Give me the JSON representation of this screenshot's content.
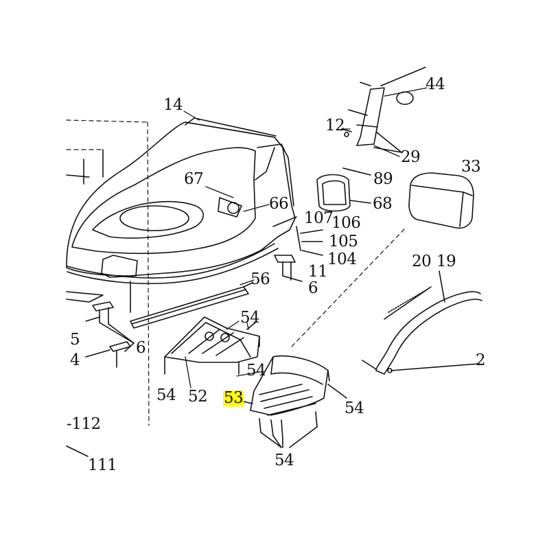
{
  "diagram": {
    "highlight_color": "#ffff00",
    "line_color": "#111111",
    "parts": [
      {
        "id": "p14",
        "text": "14"
      },
      {
        "id": "p44",
        "text": "44"
      },
      {
        "id": "p12",
        "text": "12"
      },
      {
        "id": "p29",
        "text": "29"
      },
      {
        "id": "p33",
        "text": "33"
      },
      {
        "id": "p89",
        "text": "89"
      },
      {
        "id": "p68",
        "text": "68"
      },
      {
        "id": "p67",
        "text": "67"
      },
      {
        "id": "p66",
        "text": "66"
      },
      {
        "id": "p107",
        "text": "107"
      },
      {
        "id": "p106",
        "text": "106"
      },
      {
        "id": "p105",
        "text": "105"
      },
      {
        "id": "p104",
        "text": "104"
      },
      {
        "id": "p11",
        "text": "11"
      },
      {
        "id": "p6a",
        "text": "6"
      },
      {
        "id": "p20",
        "text": "20"
      },
      {
        "id": "p19",
        "text": "19"
      },
      {
        "id": "p2",
        "text": "2"
      },
      {
        "id": "p56",
        "text": "56"
      },
      {
        "id": "p54a",
        "text": "54"
      },
      {
        "id": "p5",
        "text": "5"
      },
      {
        "id": "p6b",
        "text": "6"
      },
      {
        "id": "p4",
        "text": "4"
      },
      {
        "id": "p54b",
        "text": "54"
      },
      {
        "id": "p52",
        "text": "52"
      },
      {
        "id": "p54c",
        "text": "54"
      },
      {
        "id": "p53",
        "text": "53",
        "highlighted": true
      },
      {
        "id": "p54d",
        "text": "54"
      },
      {
        "id": "p54e",
        "text": "54"
      },
      {
        "id": "p112",
        "text": "-112"
      },
      {
        "id": "p111",
        "text": "111"
      }
    ]
  }
}
